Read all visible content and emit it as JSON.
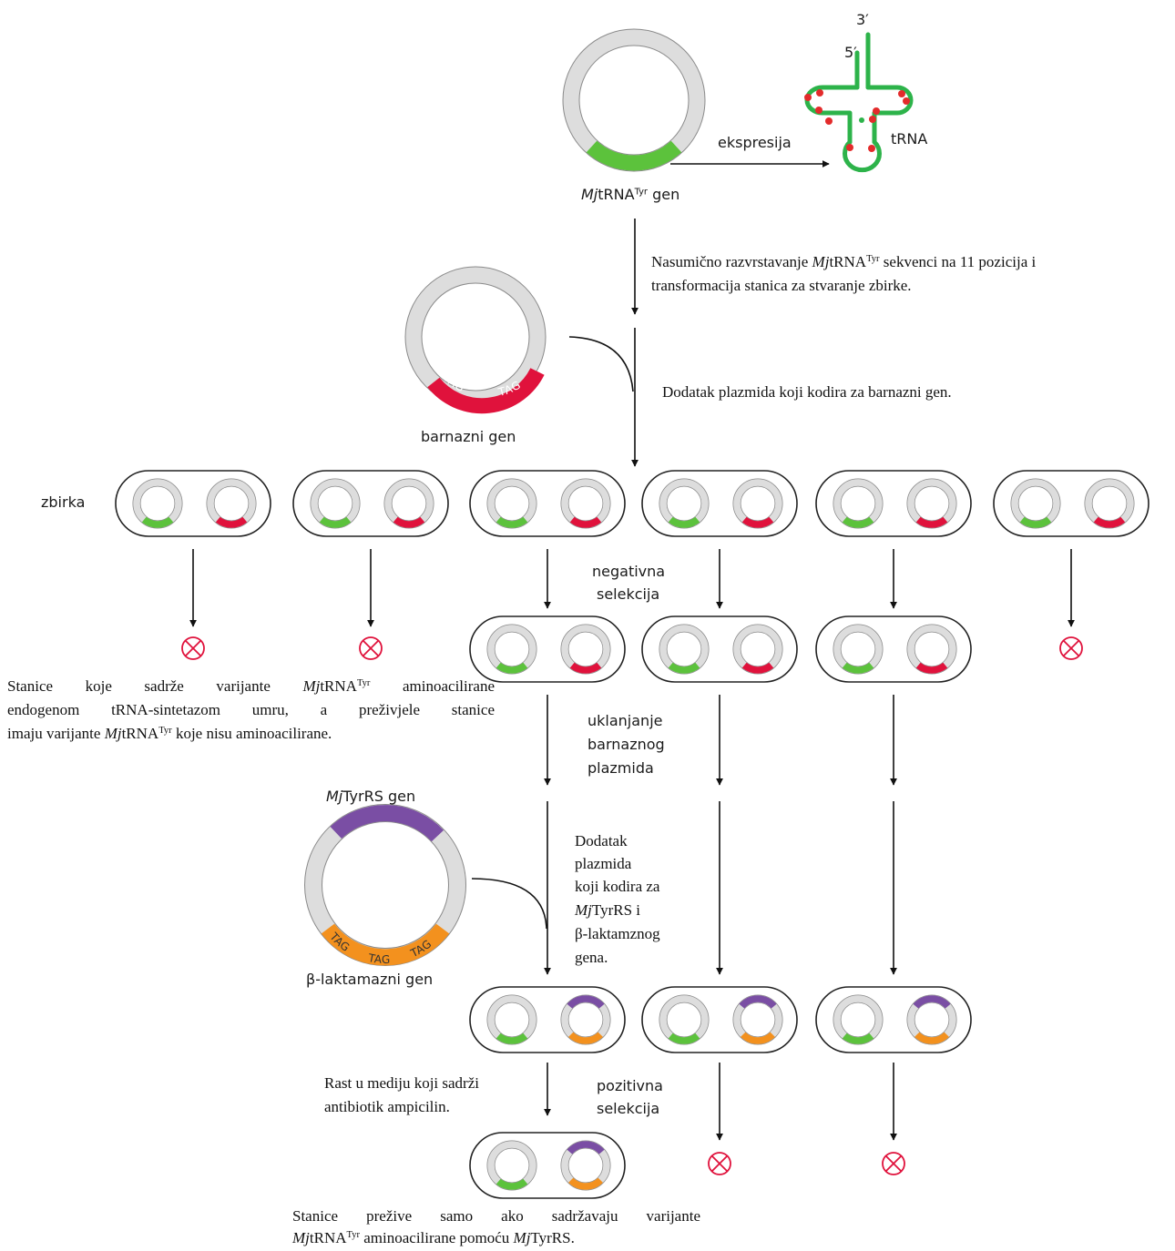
{
  "labels": {
    "prime3": "3′",
    "prime5": "5′",
    "expression": "ekspresija",
    "trna": "tRNA",
    "gene1_prefix": "Mj",
    "gene1_main": "tRNA",
    "gene1_sup": "Tyr",
    "gene1_suffix": " gen",
    "barnase_gene": "barnazni gen",
    "tag": "TAG",
    "library": "zbirka",
    "negative_selection_1": "negativna",
    "negative_selection_2": "selekcija",
    "removal_1": "uklanjanje",
    "removal_2": "barnaznog",
    "removal_3": "plazmida",
    "tyrrs_gene_prefix": "Mj",
    "tyrrs_gene_suffix": "TyrRS gen",
    "blactamase_gene": "β-laktamazni gen",
    "positive_selection_1": "pozitivna",
    "positive_selection_2": "selekcija"
  },
  "notes": {
    "randomize_a": "Nasumično razvrstavanje ",
    "randomize_mj": "Mj",
    "randomize_trna": "tRNA",
    "randomize_sup": "Tyr",
    "randomize_b": " sekvenci na 11 pozicija i",
    "randomize_line2": "transformacija stanica za stvaranje zbirke.",
    "add_barnase": "Dodatak plazmida koji kodira za barnazni gen.",
    "die_l1a": "Stanice koje sadrže varijante ",
    "die_l1mj": "Mj",
    "die_l1trna": "tRNA",
    "die_l1sup": "Tyr",
    "die_l1b": " aminoacilirane",
    "die_l2": "endogenom tRNA-sintetazom umru, a preživjele stanice",
    "die_l3a": "imaju varijante ",
    "die_l3mj": "Mj",
    "die_l3trna": "tRNA",
    "die_l3sup": "Tyr",
    "die_l3b": " koje nisu aminoacilirane.",
    "add_tyrrs_1": "Dodatak",
    "add_tyrrs_2": "plazmida",
    "add_tyrrs_3": "koji kodira za",
    "add_tyrrs_4mj": "Mj",
    "add_tyrrs_4": "TyrRS i",
    "add_tyrrs_5": "β-laktamznog",
    "add_tyrrs_6": "gena.",
    "ampicillin_1": "Rast u mediju koji sadrži",
    "ampicillin_2": "antibiotik ampicilin.",
    "survive_1": "Stanice prežive samo ako sadržavaju varijante",
    "survive_2mj": "Mj",
    "survive_2trna": "tRNA",
    "survive_2sup": "Tyr",
    "survive_2b": " aminoacilirane pomoću ",
    "survive_2mj2": "Mj",
    "survive_2c": "TyrRS."
  },
  "colors": {
    "plasmid_backbone": "#dddddd",
    "plasmid_outline": "#8a8a8a",
    "trna_gene": "#5cc23c",
    "barnase": "#e0123c",
    "tyrrs": "#7a4ea4",
    "blactamase": "#f3911e",
    "death_mark": "#e0123c",
    "trna_structure": "#2db34a",
    "modified_bases": "#e32b2b"
  }
}
